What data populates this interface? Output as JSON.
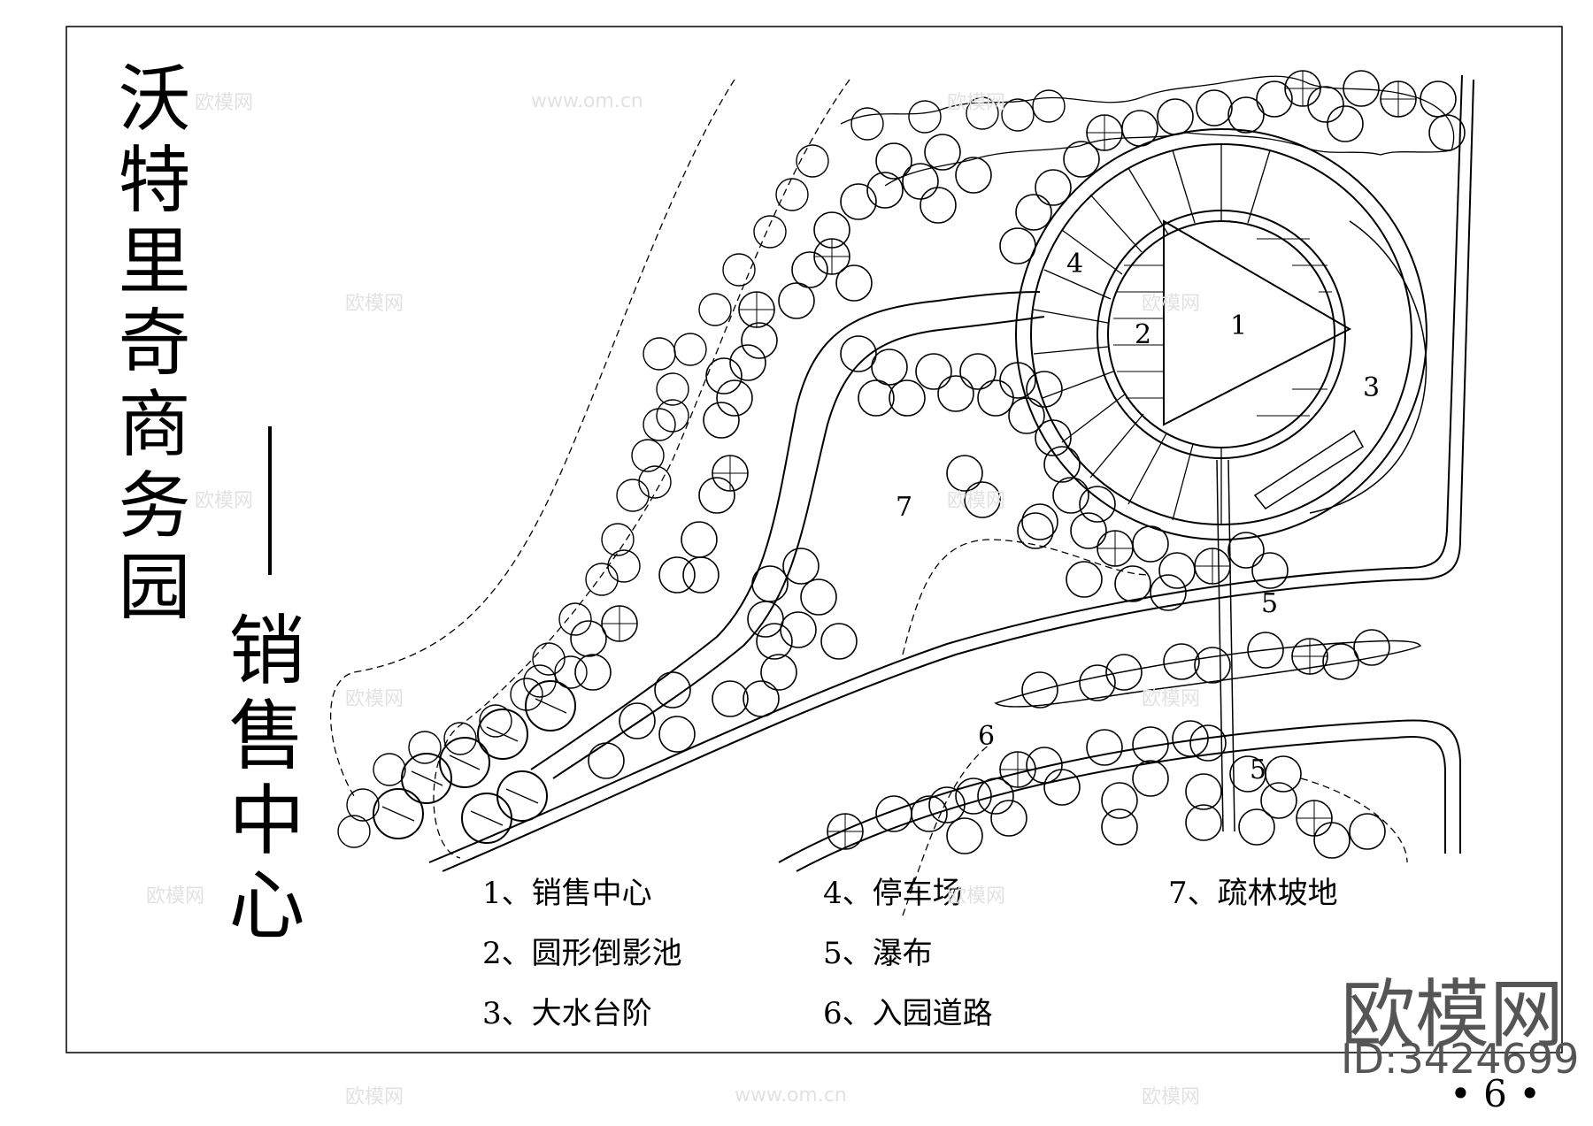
{
  "title": {
    "main": "沃特里奇商务园",
    "sub": "销售中心",
    "separator": "—"
  },
  "plan_labels": [
    {
      "id": "1",
      "text": "1"
    },
    {
      "id": "2",
      "text": "2"
    },
    {
      "id": "3",
      "text": "3"
    },
    {
      "id": "4",
      "text": "4"
    },
    {
      "id": "5a",
      "text": "5"
    },
    {
      "id": "5b",
      "text": "5"
    },
    {
      "id": "6",
      "text": "6"
    },
    {
      "id": "7",
      "text": "7"
    }
  ],
  "legend": [
    {
      "num": "1",
      "text": "1、销售中心"
    },
    {
      "num": "2",
      "text": "2、圆形倒影池"
    },
    {
      "num": "3",
      "text": "3、大水台阶"
    },
    {
      "num": "4",
      "text": "4、停车场"
    },
    {
      "num": "5",
      "text": "5、瀑布"
    },
    {
      "num": "6",
      "text": "6、入园道路"
    },
    {
      "num": "7",
      "text": "7、疏林坡地"
    }
  ],
  "page_number": "• 6 •",
  "watermark": {
    "brand": "欧模网",
    "id_text": "ID:3424699",
    "small_brand": "欧模网",
    "small_url": "www.om.cn"
  },
  "colors": {
    "line": "#000000",
    "paper": "#ffffff",
    "watermark": "#e2e2e2"
  }
}
